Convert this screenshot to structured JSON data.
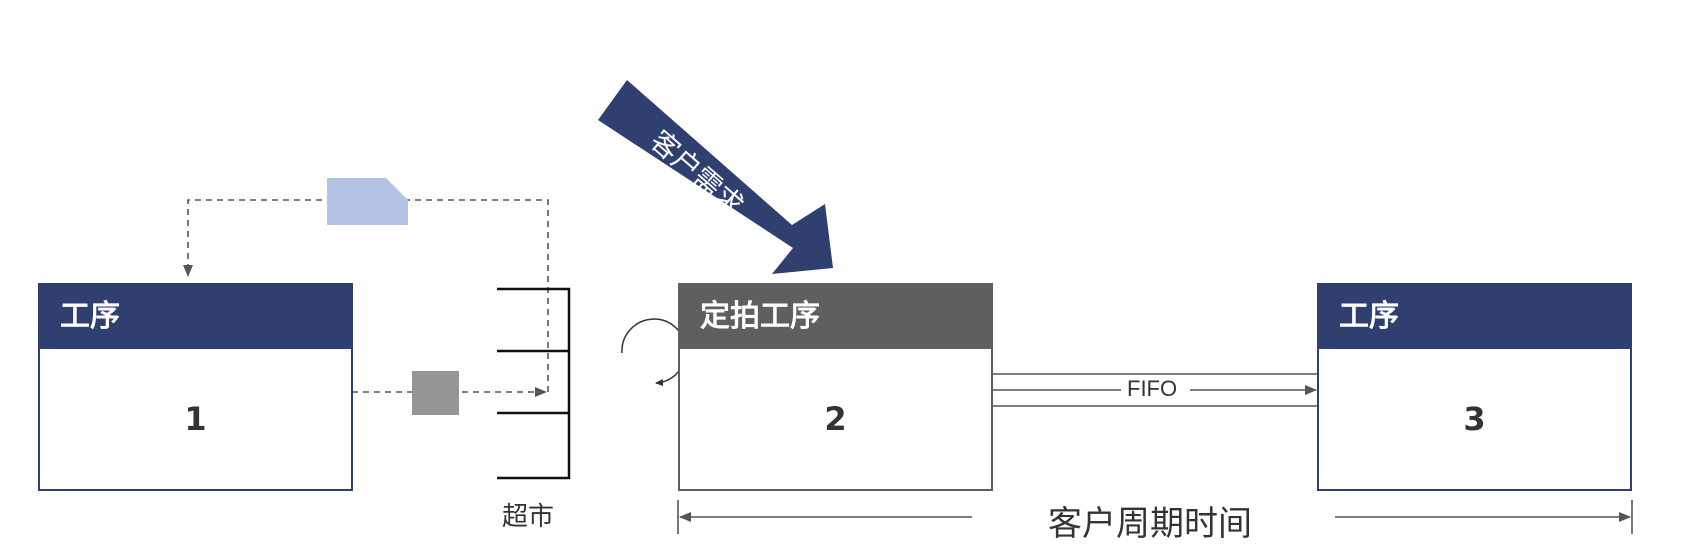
{
  "colors": {
    "navy": "#2f4070",
    "grey_header": "#5f5f5f",
    "kanban_card": "#b4c2e6",
    "wip_square": "#959595",
    "line": "#555555"
  },
  "process_1": {
    "header": "工序",
    "number": "1"
  },
  "pacemaker": {
    "header": "定拍工序",
    "number": "2"
  },
  "process_3": {
    "header": "工序",
    "number": "3"
  },
  "customer_demand_arrow": {
    "label": "客户需求"
  },
  "supermarket": {
    "label": "超市"
  },
  "fifo": {
    "label": "FIFO"
  },
  "lead_time": {
    "label": "客户周期时间"
  },
  "icons": {
    "kanban": "kanban-card-icon",
    "wip": "wip-square-icon",
    "cycle": "cycle-arrow-icon"
  }
}
